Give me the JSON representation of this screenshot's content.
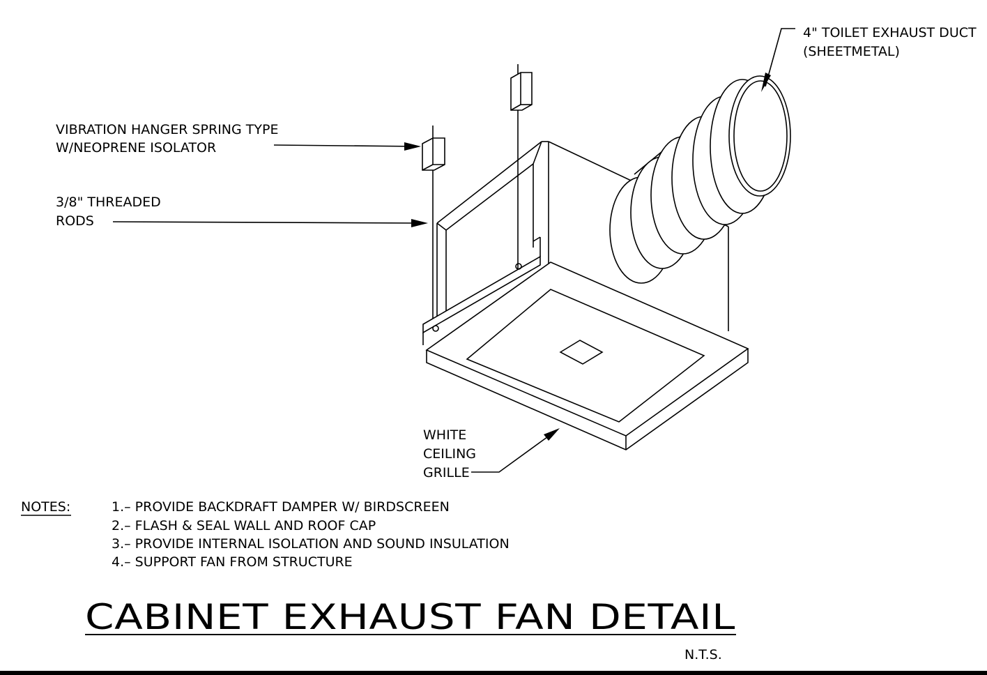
{
  "labels": {
    "duct_line1": "4\" TOILET EXHAUST DUCT",
    "duct_line2": "(SHEETMETAL)",
    "hanger_line1": "VIBRATION HANGER SPRING TYPE",
    "hanger_line2": "W/NEOPRENE ISOLATOR",
    "rods_line1": "3/8\" THREADED",
    "rods_line2": "RODS",
    "grille_line1": "WHITE",
    "grille_line2": "CEILING",
    "grille_line3": "GRILLE"
  },
  "notes": {
    "heading": "NOTES:",
    "items": [
      "1.– PROVIDE BACKDRAFT DAMPER W/ BIRDSCREEN",
      "2.– FLASH & SEAL WALL AND ROOF CAP",
      "3.– PROVIDE INTERNAL ISOLATION AND SOUND INSULATION",
      "4.– SUPPORT FAN FROM STRUCTURE"
    ]
  },
  "title": {
    "main": "CABINET EXHAUST FAN DETAIL",
    "scale": "N.T.S."
  }
}
